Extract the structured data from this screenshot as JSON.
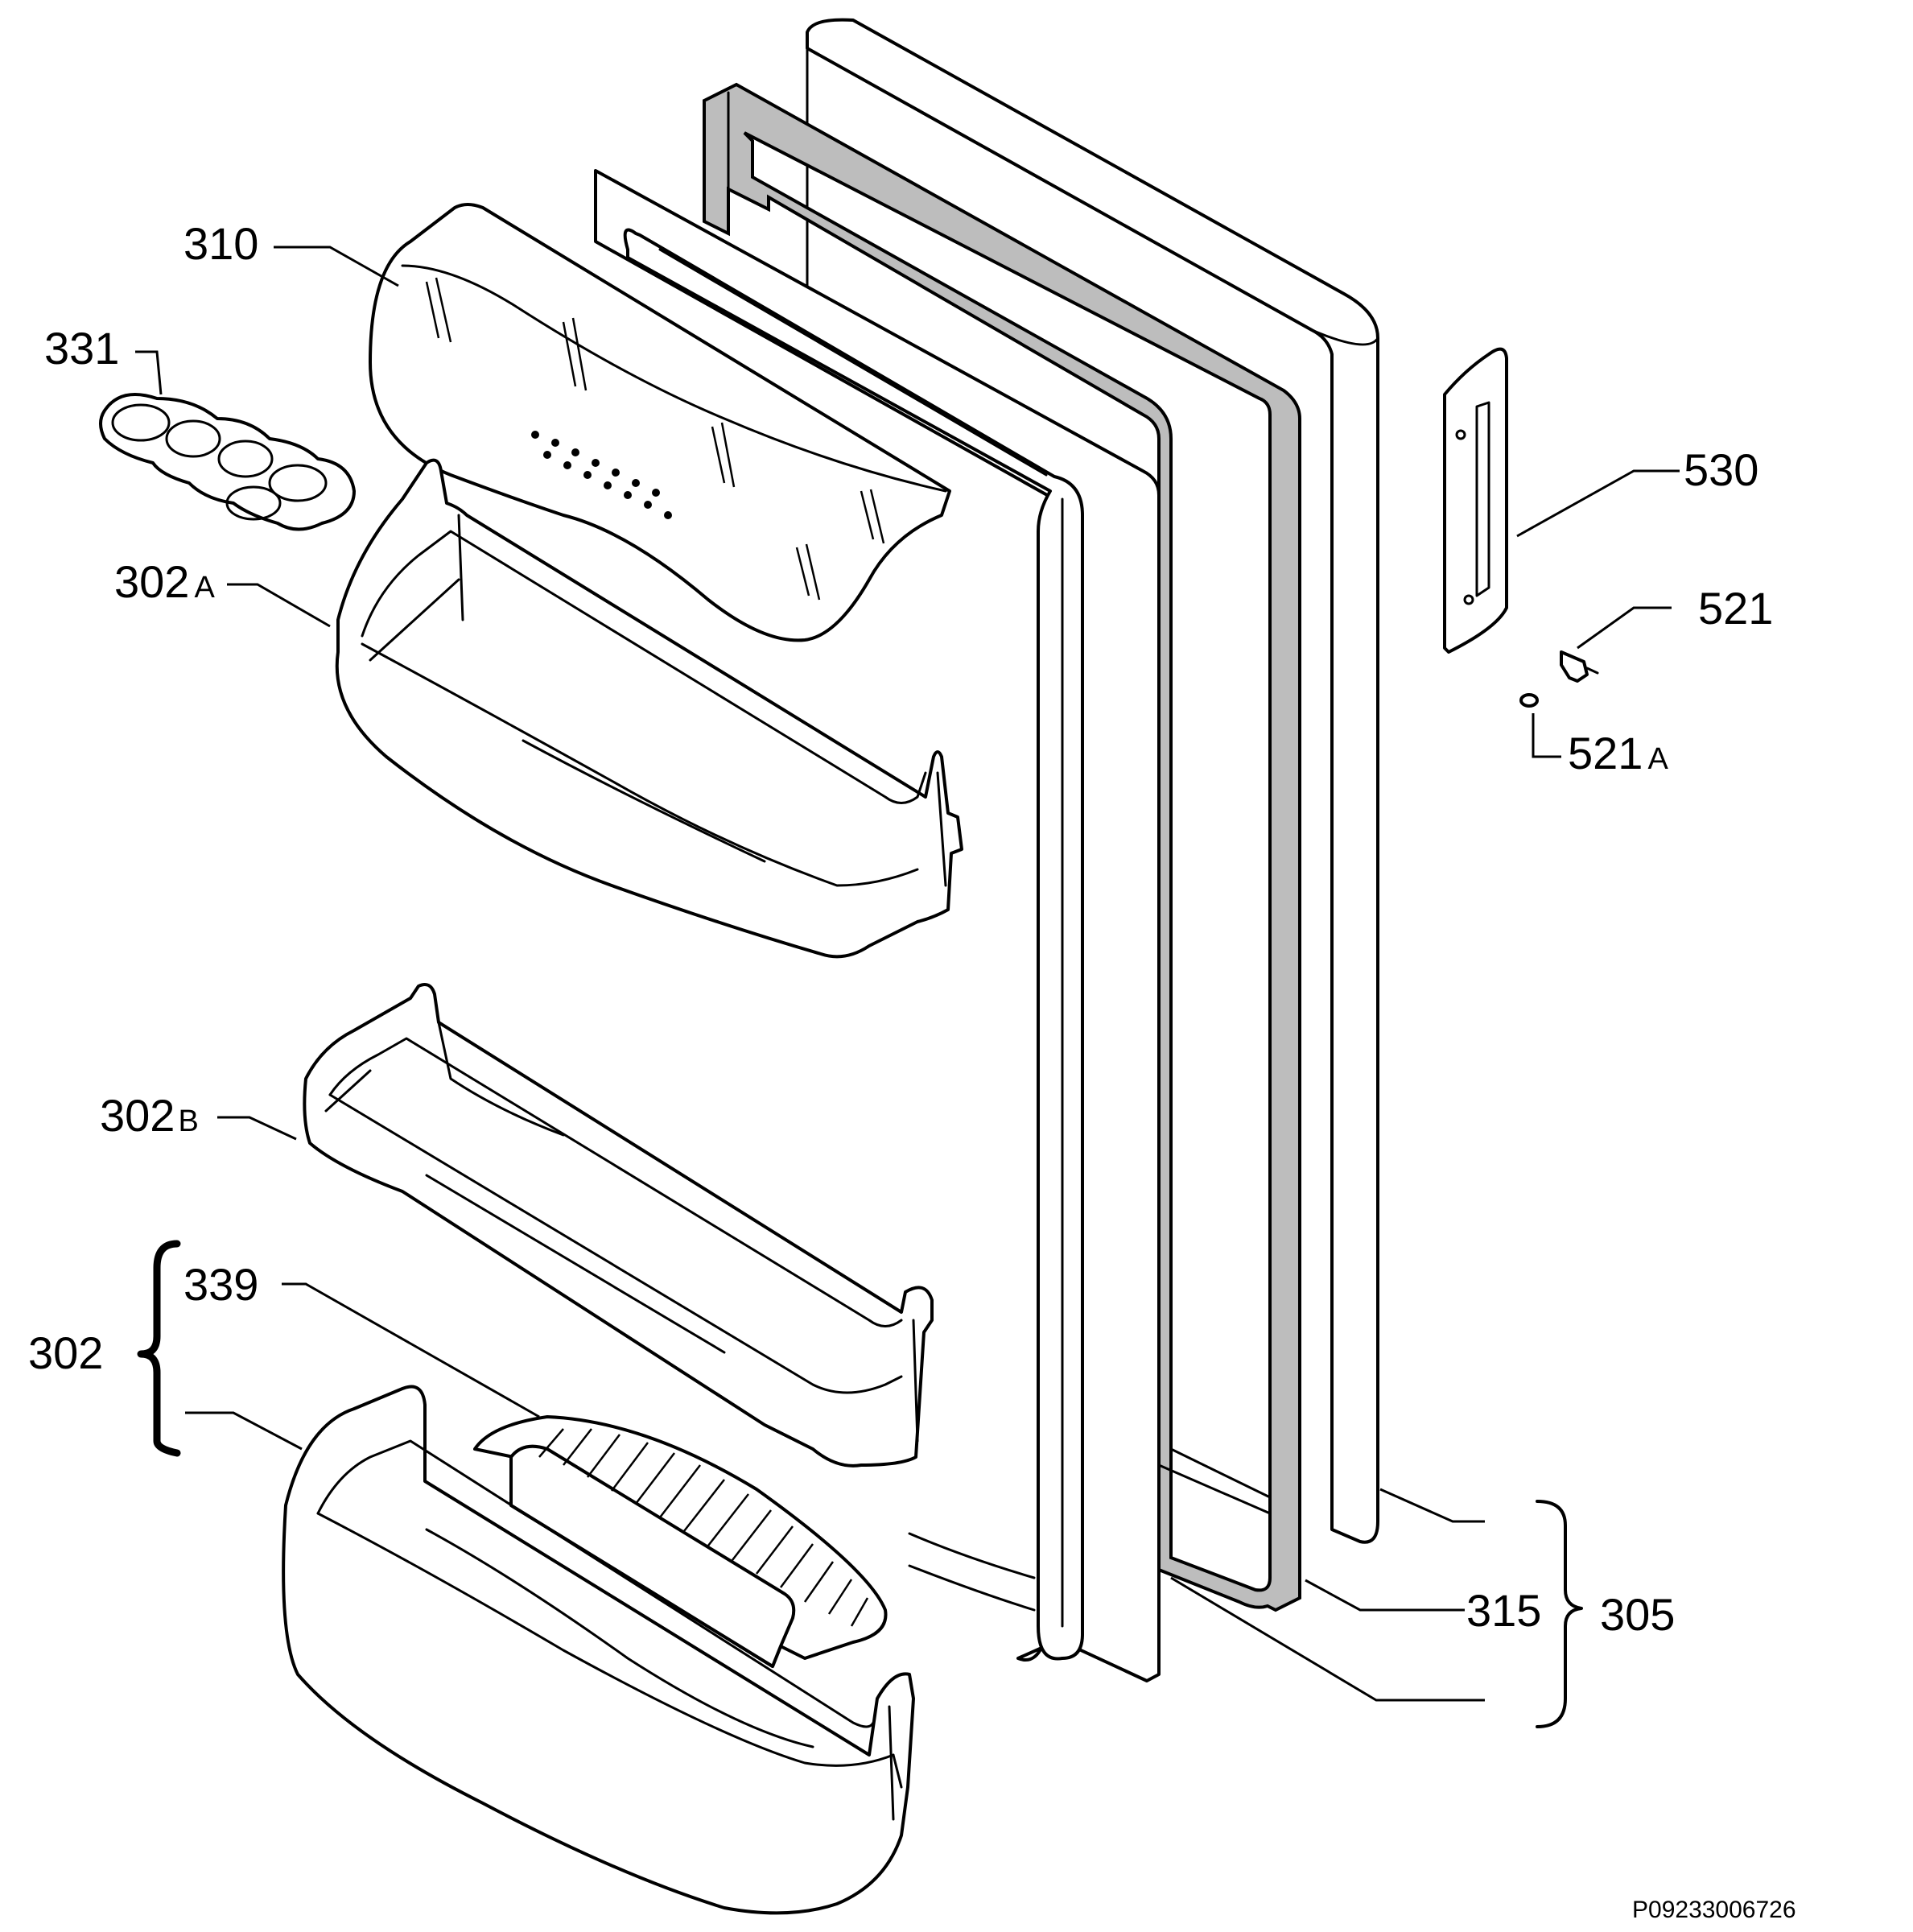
{
  "labels": {
    "l310": "310",
    "l331": "331",
    "l302A_num": "302",
    "l302A_suf": "A",
    "l530": "530",
    "l521": "521",
    "l521A_num": "521",
    "l521A_suf": "A",
    "l302B_num": "302",
    "l302B_suf": "B",
    "l339": "339",
    "l302": "302",
    "l315": "315",
    "l305": "305"
  },
  "drawing_code": "P09233006726"
}
